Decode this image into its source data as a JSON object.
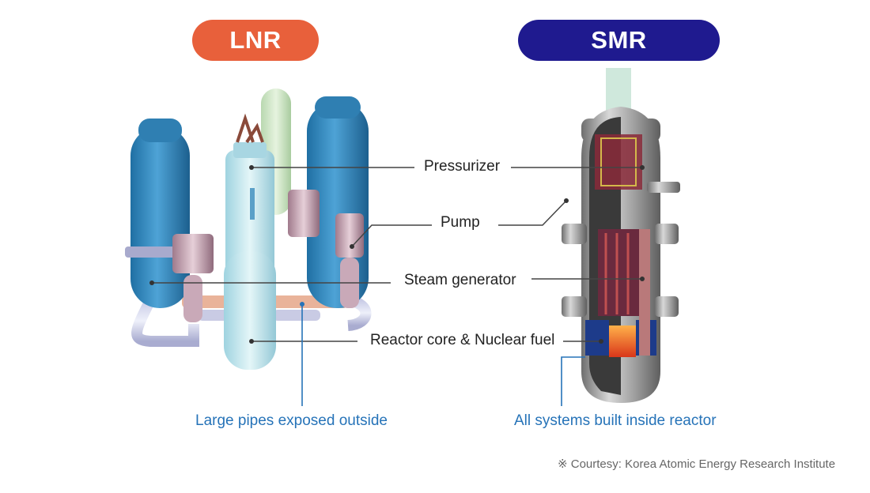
{
  "headers": {
    "left": "LNR",
    "right": "SMR"
  },
  "components": {
    "pressurizer": "Pressurizer",
    "pump": "Pump",
    "steam_generator": "Steam generator",
    "reactor_core": "Reactor core & Nuclear fuel"
  },
  "captions": {
    "lnr": "Large pipes exposed outside",
    "smr": "All systems built inside reactor"
  },
  "credit": "※ Courtesy: Korea Atomic Energy Research Institute",
  "colors": {
    "lnr_accent": "#e8603b",
    "smr_accent": "#1f1a8f",
    "caption_blue": "#2673b8"
  }
}
